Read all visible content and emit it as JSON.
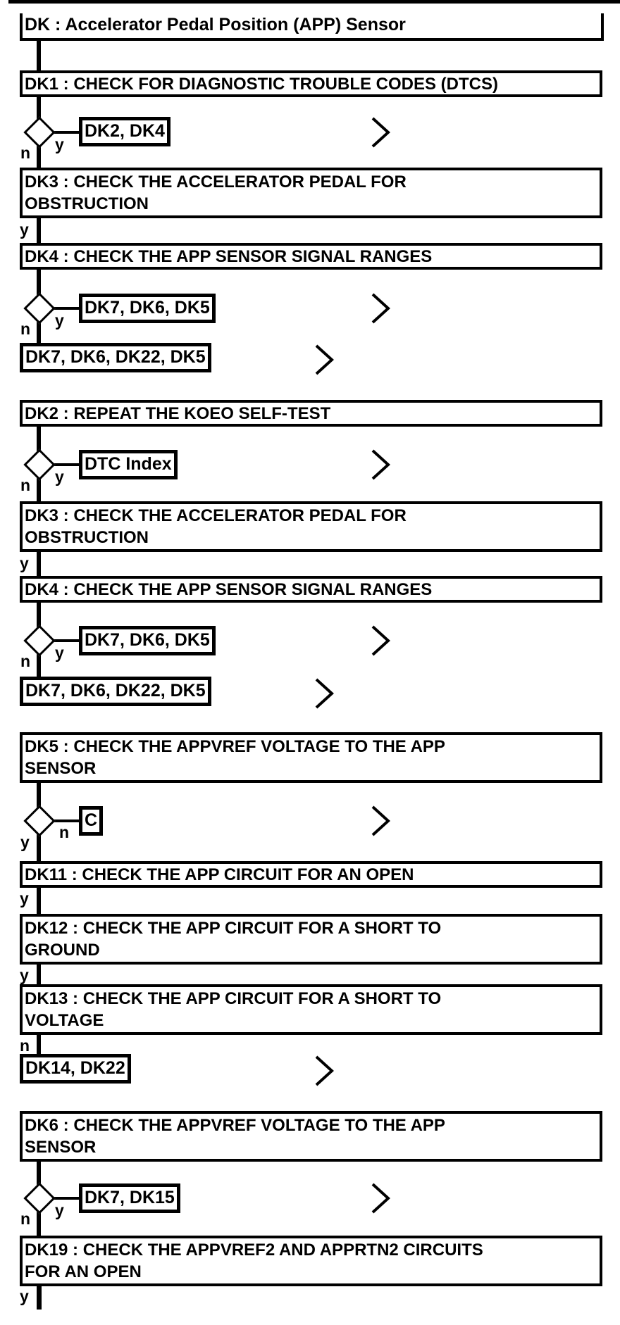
{
  "flowchart": {
    "title": "DK : Accelerator Pedal Position (APP) Sensor",
    "labels": {
      "yes": "y",
      "no": "n"
    },
    "colors": {
      "line": "#000000",
      "background": "#ffffff"
    },
    "boxes": {
      "dk1": {
        "lines": [
          "DK1 : CHECK FOR DIAGNOSTIC TROUBLE CODES (DTCS)"
        ]
      },
      "dk3_first": {
        "lines": [
          "DK3 : CHECK THE ACCELERATOR PEDAL FOR",
          "OBSTRUCTION"
        ]
      },
      "dk4_first": {
        "lines": [
          "DK4 : CHECK THE APP SENSOR SIGNAL RANGES"
        ]
      },
      "dk2": {
        "lines": [
          "DK2 : REPEAT THE KOEO SELF-TEST"
        ]
      },
      "dk3_second": {
        "lines": [
          "DK3 : CHECK THE ACCELERATOR PEDAL FOR",
          "OBSTRUCTION"
        ]
      },
      "dk4_second": {
        "lines": [
          "DK4 : CHECK THE APP SENSOR SIGNAL RANGES"
        ]
      },
      "dk5": {
        "lines": [
          "DK5 : CHECK THE APPVREF VOLTAGE TO THE APP",
          "SENSOR"
        ]
      },
      "dk11": {
        "lines": [
          "DK11 : CHECK THE APP CIRCUIT FOR AN OPEN"
        ]
      },
      "dk12": {
        "lines": [
          "DK12 : CHECK THE APP CIRCUIT FOR A SHORT TO",
          "GROUND"
        ]
      },
      "dk13": {
        "lines": [
          "DK13 : CHECK THE APP CIRCUIT FOR A SHORT TO",
          "VOLTAGE"
        ]
      },
      "dk6": {
        "lines": [
          "DK6 : CHECK THE APPVREF VOLTAGE TO THE APP",
          "SENSOR"
        ]
      },
      "dk19": {
        "lines": [
          "DK19 : CHECK THE APPVREF2 AND APPRTN2 CIRCUITS",
          "FOR AN OPEN"
        ]
      }
    },
    "goto": {
      "dk2_dk4": {
        "text": "DK2, DK4"
      },
      "dk7_dk6_dk5_first": {
        "text": "DK7, DK6, DK5"
      },
      "dk7_dk6_dk22_dk5_first": {
        "text": "DK7, DK6, DK22, DK5"
      },
      "dtc_index": {
        "text": "DTC Index"
      },
      "dk7_dk6_dk5_second": {
        "text": "DK7, DK6, DK5"
      },
      "dk7_dk6_dk22_dk5_second": {
        "text": "DK7, DK6, DK22, DK5"
      },
      "c_ref": {
        "text": "C"
      },
      "dk14_dk22": {
        "text": "DK14, DK22"
      },
      "dk7_dk15": {
        "text": "DK7, DK15"
      }
    }
  }
}
